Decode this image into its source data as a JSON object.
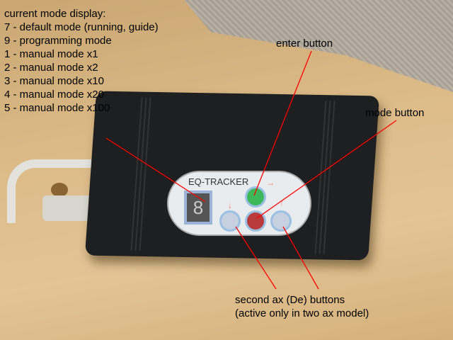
{
  "legend": {
    "title": "current mode display:",
    "modes": [
      "7 - default mode (running, guide)",
      "9 - programming mode",
      "1 - manual mode x1",
      "2 - manual mode x2",
      "3 - manual mode x10",
      "4 - manual mode x20",
      "5 - manual mode x100"
    ]
  },
  "labels": {
    "enter": "enter button",
    "mode": "mode button",
    "second_ax_1": "second ax (De) buttons",
    "second_ax_2": "(active only in two ax model)"
  },
  "device": {
    "brand": "EQ-TRACKER",
    "display_digit": "8",
    "arrow_right": "→",
    "arrow_down": "↓",
    "arrow_up": "↑"
  },
  "colors": {
    "annotation_line": "#ff0000",
    "enter": "#3cb85a",
    "mode": "#b83a3a",
    "de": "#c6d0e0"
  }
}
